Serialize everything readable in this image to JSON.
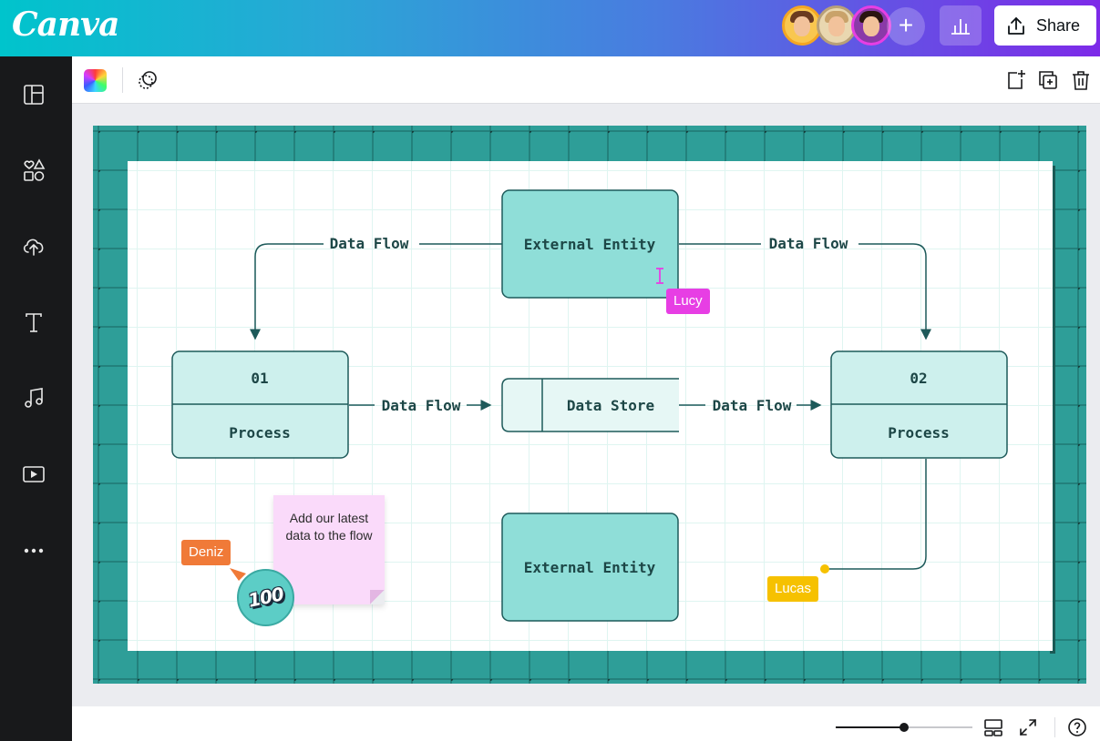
{
  "app": {
    "logo_text": "Canva"
  },
  "header": {
    "collaborators": [
      {
        "name": "collaborator-1",
        "ring_color": "#f4a622",
        "bg": "#f9c74f",
        "hair": "#6b3a1f"
      },
      {
        "name": "collaborator-2",
        "ring_color": "#b8a078",
        "bg": "#e9d7b0",
        "hair": "#c9a26a"
      },
      {
        "name": "collaborator-3",
        "ring_color": "#e73ee4",
        "bg": "#8a3aa8",
        "hair": "#2a1410"
      }
    ],
    "add_collaborator_icon": "plus-icon",
    "insights_icon": "bar-chart-icon",
    "share_label": "Share",
    "share_icon": "upload-icon"
  },
  "sidebar": {
    "items": [
      {
        "name": "design-templates",
        "icon": "layout-icon"
      },
      {
        "name": "elements",
        "icon": "shapes-icon"
      },
      {
        "name": "uploads",
        "icon": "cloud-upload-icon"
      },
      {
        "name": "text",
        "icon": "text-icon"
      },
      {
        "name": "audio",
        "icon": "music-note-icon"
      },
      {
        "name": "videos",
        "icon": "video-play-icon"
      },
      {
        "name": "more",
        "icon": "more-dots-icon"
      }
    ]
  },
  "toolbar": {
    "color_icon": "color-palette-icon",
    "effects_icon": "transparency-icon",
    "add_page_icon": "add-page-icon",
    "duplicate_icon": "duplicate-icon",
    "delete_icon": "trash-icon"
  },
  "diagram": {
    "external_entity_top": "External Entity",
    "external_entity_bottom": "External Entity",
    "process_1_number": "01",
    "process_1_label": "Process",
    "process_2_number": "02",
    "process_2_label": "Process",
    "data_store_label": "Data Store",
    "flow_top_left": "Data Flow",
    "flow_top_right": "Data Flow",
    "flow_mid_left": "Data Flow",
    "flow_mid_right": "Data Flow",
    "colors": {
      "frame": "#2e9e98",
      "box_fill": "#8fded8",
      "process_fill": "#cdf0ed",
      "stroke": "#1d5a5a"
    }
  },
  "sticky_note": {
    "text": "Add our latest data to the flow"
  },
  "cursors": {
    "lucy": {
      "label": "Lucy",
      "color": "#e73ee4"
    },
    "deniz": {
      "label": "Deniz",
      "color": "#f07a38"
    },
    "lucas": {
      "label": "Lucas",
      "color": "#f6c100"
    }
  },
  "sticker": {
    "text": "100"
  },
  "footer": {
    "zoom_level": 0.5,
    "page_view_icon": "grid-view-icon",
    "fullscreen_icon": "expand-icon",
    "help_icon": "help-icon"
  }
}
